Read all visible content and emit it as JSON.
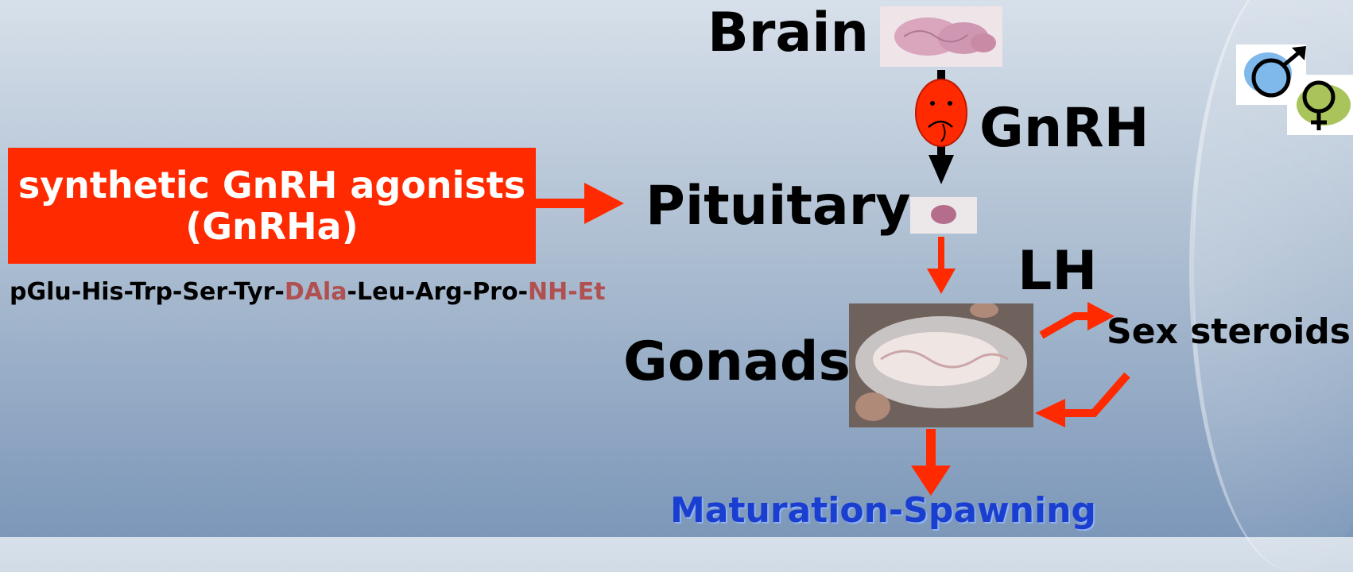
{
  "labels": {
    "brain": "Brain",
    "gnrh": "GnRH",
    "pituitary": "Pituitary",
    "lh": "LH",
    "gonads": "Gonads",
    "sex_steroids": "Sex steroids",
    "maturation": "Maturation-Spawning"
  },
  "agonist_box": {
    "line1": "synthetic GnRH agonists",
    "line2": "(GnRHa)"
  },
  "sequence": {
    "part1": "pGlu-His-Trp-Ser-Tyr-",
    "mod1": "DAla",
    "part2": "-Leu-Arg-Pro-",
    "mod2": "NH-Et"
  },
  "colors": {
    "accent_red": "#ff2a00",
    "maturation_blue": "#1a3fd0"
  },
  "icons": [
    "sad-face-icon",
    "male-symbol-icon",
    "female-symbol-icon"
  ]
}
